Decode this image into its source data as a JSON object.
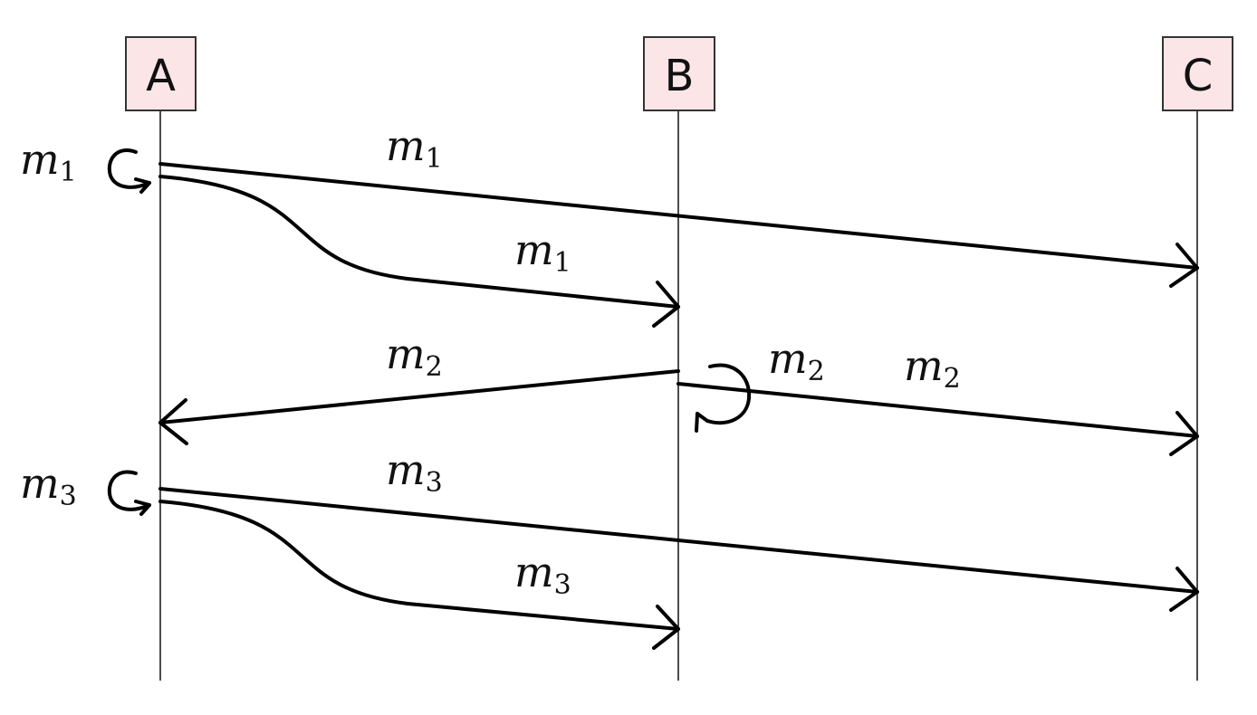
{
  "processes": {
    "a": "A",
    "b": "B",
    "c": "C"
  },
  "messages": {
    "m1_deliver_self": {
      "base": "m",
      "index": "1"
    },
    "m1_to_c": {
      "base": "m",
      "index": "1"
    },
    "m1_to_b": {
      "base": "m",
      "index": "1"
    },
    "m2_to_a": {
      "base": "m",
      "index": "2"
    },
    "m2_deliver_self": {
      "base": "m",
      "index": "2"
    },
    "m2_to_c": {
      "base": "m",
      "index": "2"
    },
    "m3_deliver_self": {
      "base": "m",
      "index": "3"
    },
    "m3_to_c": {
      "base": "m",
      "index": "3"
    },
    "m3_to_b": {
      "base": "m",
      "index": "3"
    }
  },
  "colors": {
    "process_box_fill": "#fbe5e7",
    "line": "#000000"
  }
}
